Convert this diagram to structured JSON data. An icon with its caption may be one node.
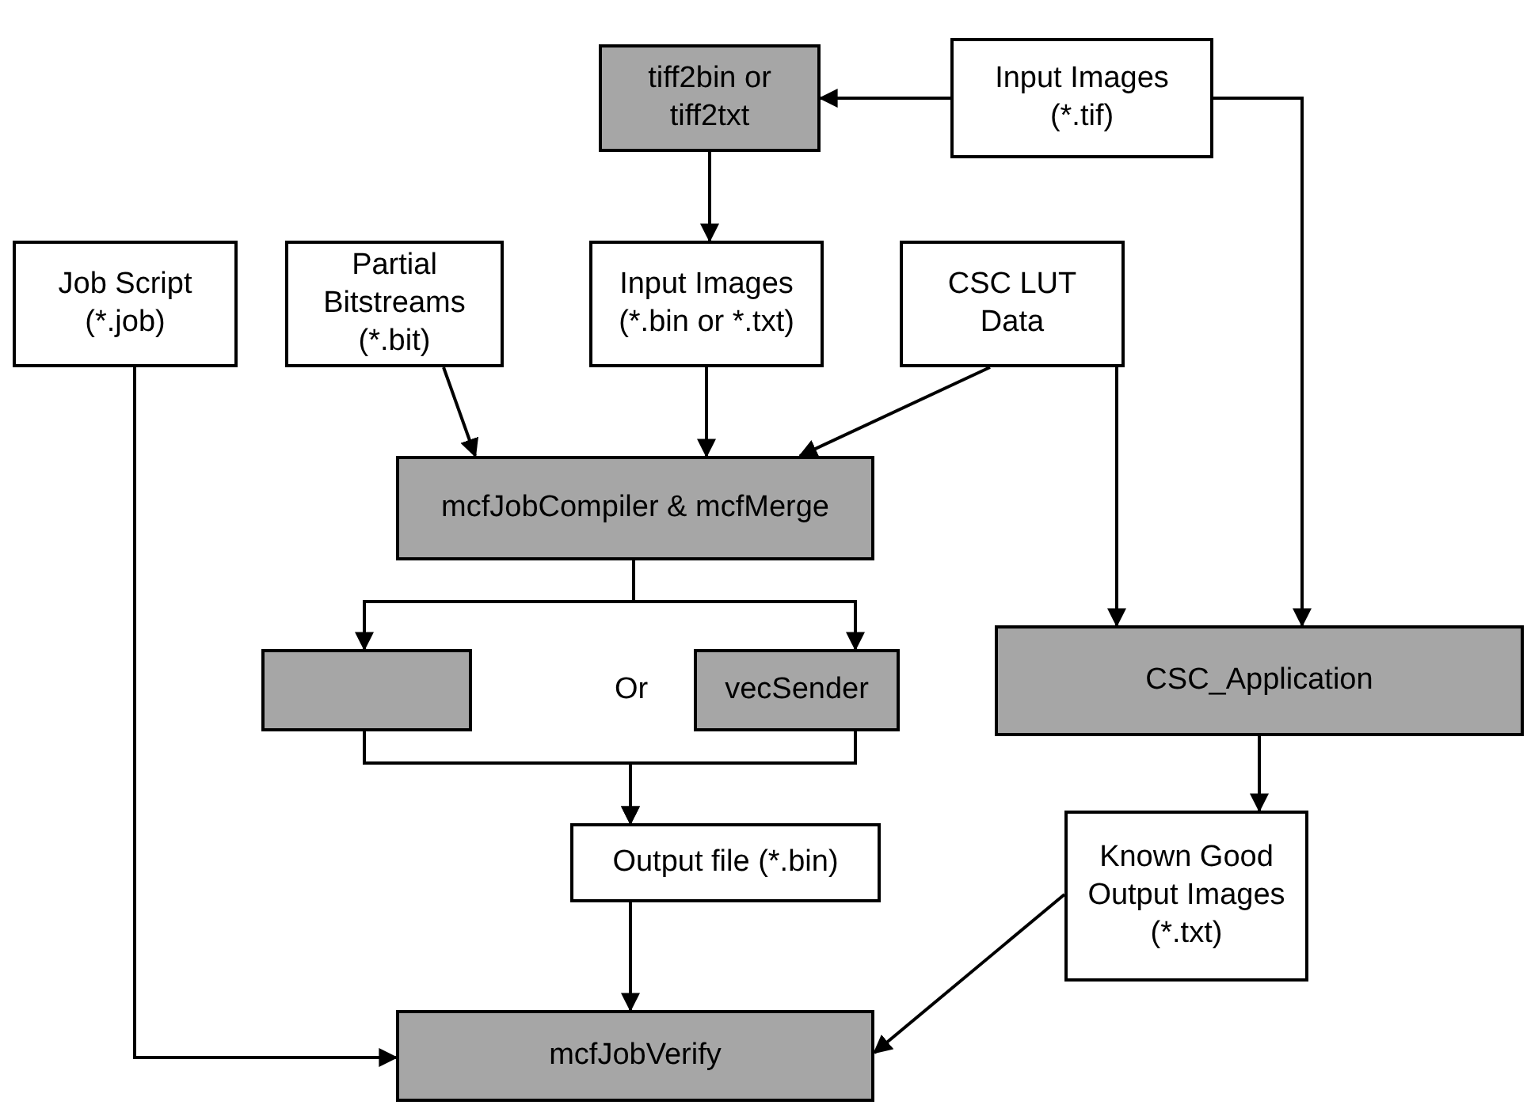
{
  "diagram": {
    "nodes": [
      {
        "text": [
          "Input Images (*.tif)"
        ]
      },
      {
        "text": [
          "tiff2bin or tiff2txt"
        ]
      },
      {
        "text": [
          "Job Script (*.job)"
        ]
      },
      {
        "text": [
          "Partial Bitstreams (*.bit)"
        ]
      },
      {
        "text": [
          "Input Images (*.bin or *.txt)"
        ]
      },
      {
        "text": [
          "CSC LUT Data"
        ]
      },
      {
        "text": [
          "mcfJobCompiler & mcfMerge"
        ]
      },
      {
        "text": [],
        "shape": "box"
      },
      {
        "text": [
          "vecSender"
        ]
      },
      {
        "text": [
          "Output file (*.bin)"
        ]
      },
      {
        "text": [
          "CSC_Application"
        ]
      },
      {
        "text": [
          "Known Good Output Images (*.txt)"
        ]
      },
      {
        "text": [
          "mcfJobVerify"
        ]
      }
    ],
    "edges": [
      {
        "from": 0,
        "to": 1,
        "arrow": "to"
      },
      {
        "from": 0,
        "to": 10,
        "arrow": "to"
      },
      {
        "from": 1,
        "to": 4,
        "arrow": "to"
      },
      {
        "from": 2,
        "to": 12,
        "arrow": "to"
      },
      {
        "from": 3,
        "to": 6,
        "arrow": "to"
      },
      {
        "from": 4,
        "to": 6,
        "arrow": "to"
      },
      {
        "from": 5,
        "to": 6,
        "arrow": "to"
      },
      {
        "from": 5,
        "to": 10,
        "arrow": "to"
      },
      {
        "from": 6,
        "to": 7,
        "arrow": "to"
      },
      {
        "from": 6,
        "to": 8,
        "arrow": "to"
      },
      {
        "from": 7,
        "to": 9,
        "arrow": "to"
      },
      {
        "from": 8,
        "to": 9,
        "arrow": "to"
      },
      {
        "from": 9,
        "to": 12,
        "arrow": "to"
      },
      {
        "from": 10,
        "to": 11,
        "arrow": "to"
      },
      {
        "from": 11,
        "to": 12,
        "arrow": "to"
      }
    ],
    "labels": [
      "Or"
    ]
  }
}
